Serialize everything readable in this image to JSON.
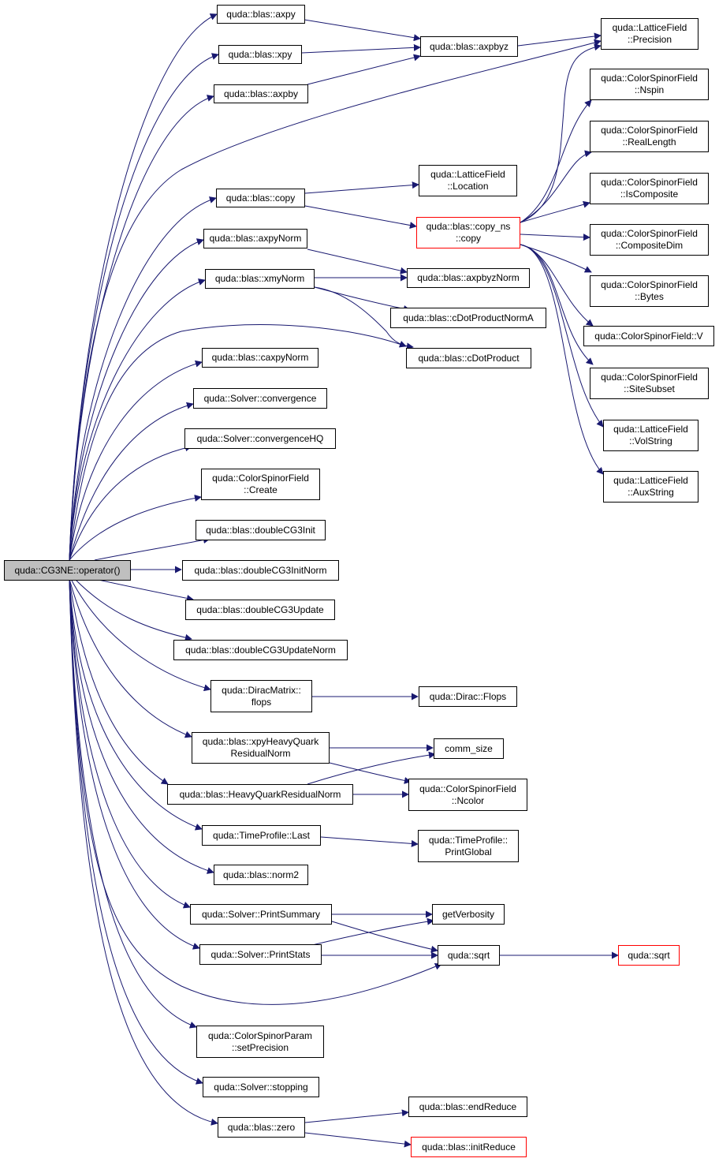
{
  "diagram": {
    "colors": {
      "edge": "#191970",
      "node_border": "#000000",
      "truncated_border": "#ff0000",
      "root_fill": "#bfbfbf"
    },
    "nodes": {
      "root": {
        "lines": [
          "quda::CG3NE::operator()"
        ]
      },
      "axpy": {
        "lines": [
          "quda::blas::axpy"
        ]
      },
      "xpy": {
        "lines": [
          "quda::blas::xpy"
        ]
      },
      "axpby": {
        "lines": [
          "quda::blas::axpby"
        ]
      },
      "axpbyz": {
        "lines": [
          "quda::blas::axpbyz"
        ]
      },
      "precision": {
        "lines": [
          "quda::LatticeField",
          "::Precision"
        ]
      },
      "nspin": {
        "lines": [
          "quda::ColorSpinorField",
          "::Nspin"
        ]
      },
      "reallength": {
        "lines": [
          "quda::ColorSpinorField",
          "::RealLength"
        ]
      },
      "iscomposite": {
        "lines": [
          "quda::ColorSpinorField",
          "::IsComposite"
        ]
      },
      "compositedim": {
        "lines": [
          "quda::ColorSpinorField",
          "::CompositeDim"
        ]
      },
      "bytes": {
        "lines": [
          "quda::ColorSpinorField",
          "::Bytes"
        ]
      },
      "v": {
        "lines": [
          "quda::ColorSpinorField::V"
        ]
      },
      "sitesubset": {
        "lines": [
          "quda::ColorSpinorField",
          "::SiteSubset"
        ]
      },
      "volstring": {
        "lines": [
          "quda::LatticeField",
          "::VolString"
        ]
      },
      "auxstring": {
        "lines": [
          "quda::LatticeField",
          "::AuxString"
        ]
      },
      "copy": {
        "lines": [
          "quda::blas::copy"
        ]
      },
      "location": {
        "lines": [
          "quda::LatticeField",
          "::Location"
        ]
      },
      "copyns": {
        "lines": [
          "quda::blas::copy_ns",
          "::copy"
        ]
      },
      "axpynorm": {
        "lines": [
          "quda::blas::axpyNorm"
        ]
      },
      "xmynorm": {
        "lines": [
          "quda::blas::xmyNorm"
        ]
      },
      "axpbyznorm": {
        "lines": [
          "quda::blas::axpbyzNorm"
        ]
      },
      "cdotproductnorma": {
        "lines": [
          "quda::blas::cDotProductNormA"
        ]
      },
      "cdotproduct": {
        "lines": [
          "quda::blas::cDotProduct"
        ]
      },
      "caxpynorm": {
        "lines": [
          "quda::blas::caxpyNorm"
        ]
      },
      "convergence": {
        "lines": [
          "quda::Solver::convergence"
        ]
      },
      "convergencehq": {
        "lines": [
          "quda::Solver::convergenceHQ"
        ]
      },
      "create": {
        "lines": [
          "quda::ColorSpinorField",
          "::Create"
        ]
      },
      "dcg3init": {
        "lines": [
          "quda::blas::doubleCG3Init"
        ]
      },
      "dcg3initnorm": {
        "lines": [
          "quda::blas::doubleCG3InitNorm"
        ]
      },
      "dcg3update": {
        "lines": [
          "quda::blas::doubleCG3Update"
        ]
      },
      "dcg3updatenorm": {
        "lines": [
          "quda::blas::doubleCG3UpdateNorm"
        ]
      },
      "diracflops": {
        "lines": [
          "quda::DiracMatrix::",
          "flops"
        ]
      },
      "diracFlops": {
        "lines": [
          "quda::Dirac::Flops"
        ]
      },
      "xpyhq": {
        "lines": [
          "quda::blas::xpyHeavyQuark",
          "ResidualNorm"
        ]
      },
      "commsize": {
        "lines": [
          "comm_size"
        ]
      },
      "hqnorm": {
        "lines": [
          "quda::blas::HeavyQuarkResidualNorm"
        ]
      },
      "ncolor": {
        "lines": [
          "quda::ColorSpinorField",
          "::Ncolor"
        ]
      },
      "last": {
        "lines": [
          "quda::TimeProfile::Last"
        ]
      },
      "printglobal": {
        "lines": [
          "quda::TimeProfile::",
          "PrintGlobal"
        ]
      },
      "norm2": {
        "lines": [
          "quda::blas::norm2"
        ]
      },
      "printsummary": {
        "lines": [
          "quda::Solver::PrintSummary"
        ]
      },
      "getverbosity": {
        "lines": [
          "getVerbosity"
        ]
      },
      "printstats": {
        "lines": [
          "quda::Solver::PrintStats"
        ]
      },
      "sqrt1": {
        "lines": [
          "quda::sqrt"
        ]
      },
      "sqrt2": {
        "lines": [
          "quda::sqrt"
        ]
      },
      "setprecision": {
        "lines": [
          "quda::ColorSpinorParam",
          "::setPrecision"
        ]
      },
      "stopping": {
        "lines": [
          "quda::Solver::stopping"
        ]
      },
      "zero": {
        "lines": [
          "quda::blas::zero"
        ]
      },
      "endreduce": {
        "lines": [
          "quda::blas::endReduce"
        ]
      },
      "initreduce": {
        "lines": [
          "quda::blas::initReduce"
        ]
      }
    }
  }
}
